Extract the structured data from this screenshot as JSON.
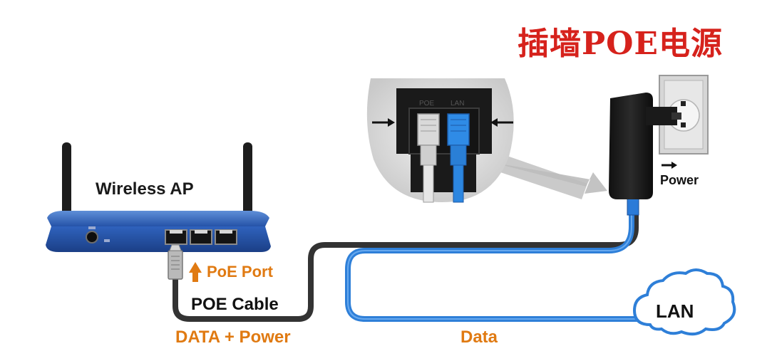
{
  "title": "插墙POE电源",
  "device": {
    "label": "Wireless AP"
  },
  "labels": {
    "poe_port": "PoE Port",
    "poe_cable": "POE Cable",
    "data_power": "DATA + Power",
    "data": "Data",
    "power": "Power",
    "lan": "LAN"
  },
  "zoom_inset": {
    "port_left": "POE",
    "port_right": "LAN"
  },
  "colors": {
    "title": "#d6221c",
    "accent_orange": "#e07a12",
    "router_blue": "#2a5fb4",
    "data_cable_blue": "#2e7fd8",
    "poe_cable_dark": "#333333"
  },
  "icons": [
    "antenna-icon",
    "arrow-up-icon",
    "arrow-right-icon",
    "plug-socket-icon",
    "cloud-icon"
  ]
}
